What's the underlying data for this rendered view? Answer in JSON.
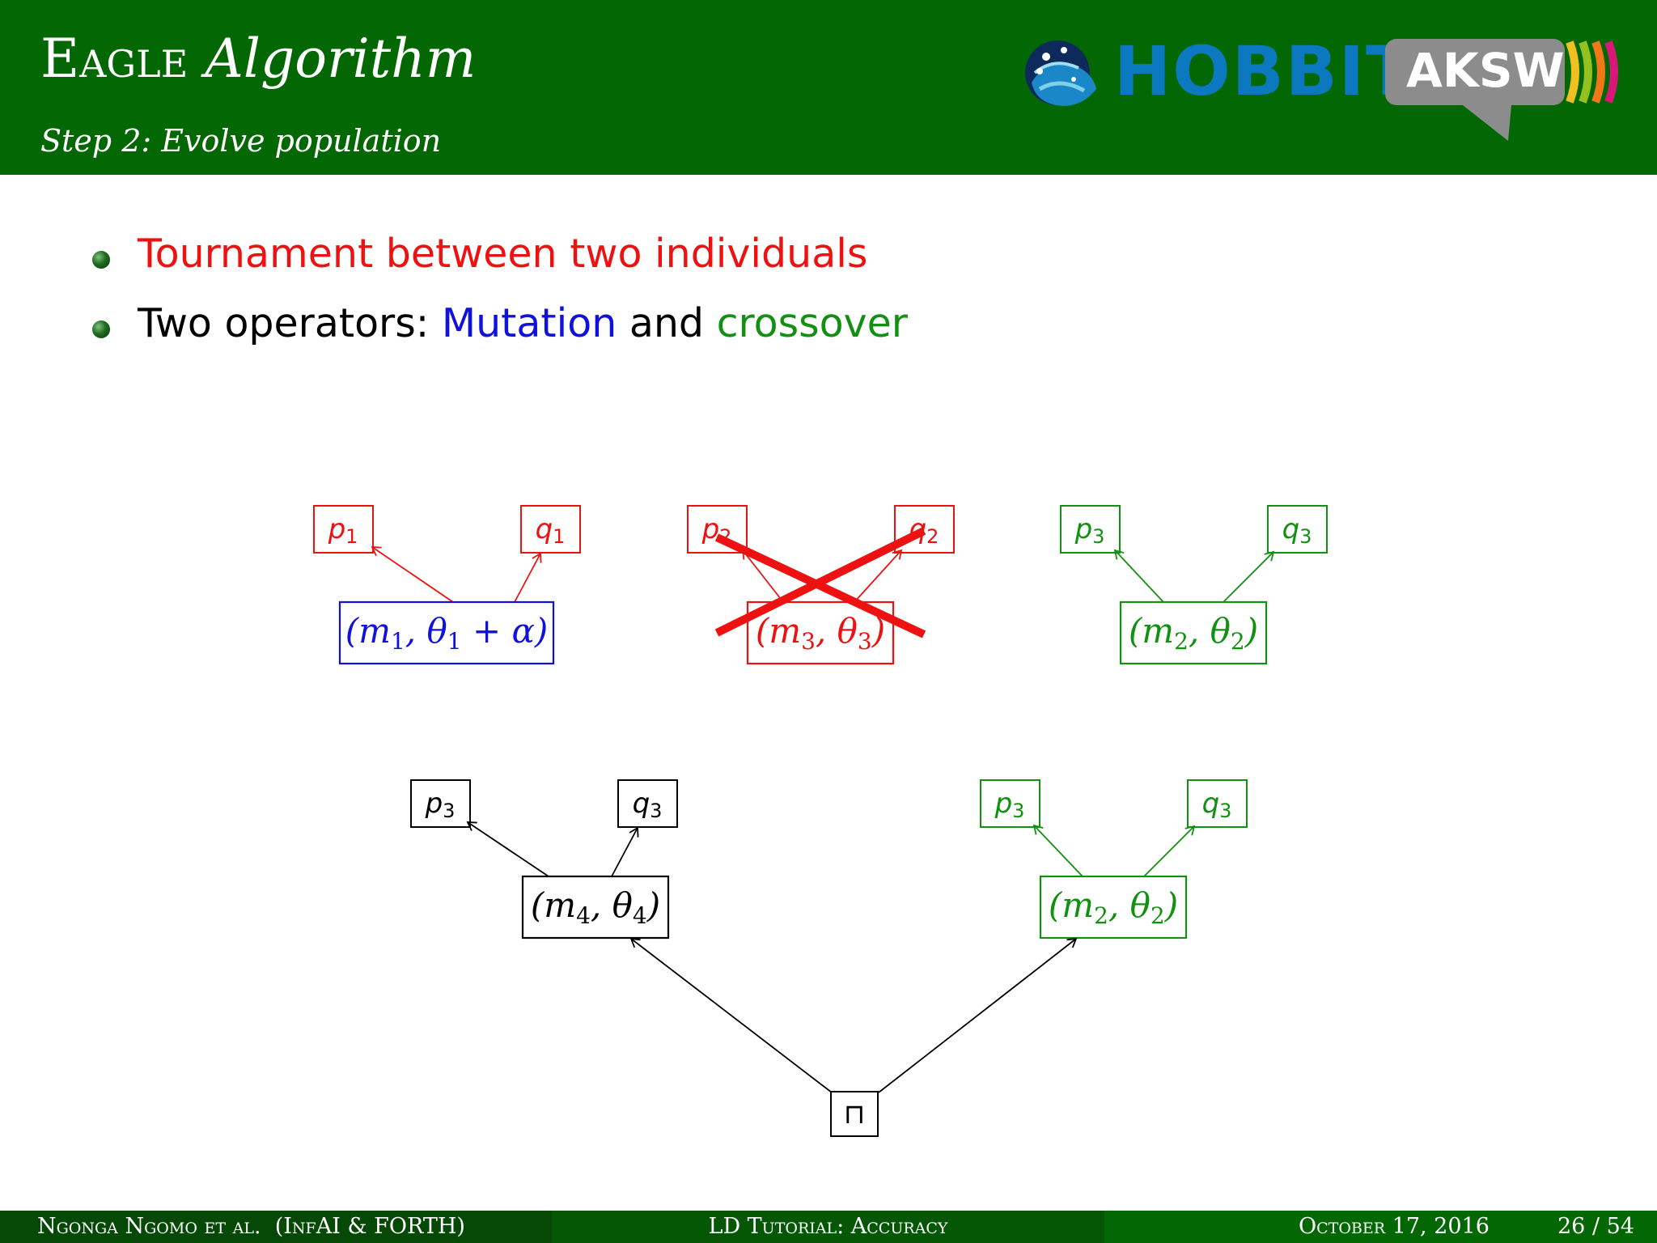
{
  "header": {
    "title_part1": "Eagle",
    "title_part2": "Algorithm",
    "subtitle": "Step 2: Evolve population",
    "logo_hobbit_text": "HOBBIT",
    "logo_aksw_text": "AKSW"
  },
  "bullets": {
    "b1": "Tournament between two individuals",
    "b2_prefix": "Two operators: ",
    "b2_mutation": "Mutation",
    "b2_and": " and ",
    "b2_crossover": "crossover"
  },
  "diagram": {
    "tree_a": {
      "left": "p",
      "left_sub": "1",
      "right": "q",
      "right_sub": "1",
      "root": "(m",
      "root_sub1": "1",
      "root_mid": ", θ",
      "root_sub2": "1",
      "root_end": " + α)"
    },
    "tree_b": {
      "left": "p",
      "left_sub": "2",
      "right": "q",
      "right_sub": "2",
      "root": "(m",
      "root_sub1": "3",
      "root_mid": ", θ",
      "root_sub2": "3",
      "root_end": ")"
    },
    "tree_c": {
      "left": "p",
      "left_sub": "3",
      "right": "q",
      "right_sub": "3",
      "root": "(m",
      "root_sub1": "2",
      "root_mid": ", θ",
      "root_sub2": "2",
      "root_end": ")"
    },
    "tree_d": {
      "left": "p",
      "left_sub": "3",
      "right": "q",
      "right_sub": "3",
      "root": "(m",
      "root_sub1": "4",
      "root_mid": ", θ",
      "root_sub2": "4",
      "root_end": ")"
    },
    "tree_e": {
      "left": "p",
      "left_sub": "3",
      "right": "q",
      "right_sub": "3",
      "root": "(m",
      "root_sub1": "2",
      "root_mid": ", θ",
      "root_sub2": "2",
      "root_end": ")"
    },
    "join_symbol": "⊓"
  },
  "colors": {
    "header_green": "#036803",
    "red": "#ee1111",
    "blue": "#1111dd",
    "green": "#129012",
    "black": "#000000"
  },
  "footer": {
    "authors_sc": "Ngonga Ngomo et al.",
    "affil_open": "(",
    "affil_sc": "Inf",
    "affil_rest": "AI & FORTH)",
    "talk": "LD Tutorial: Accuracy",
    "date": "October 17, 2016",
    "page": "26 / 54"
  }
}
